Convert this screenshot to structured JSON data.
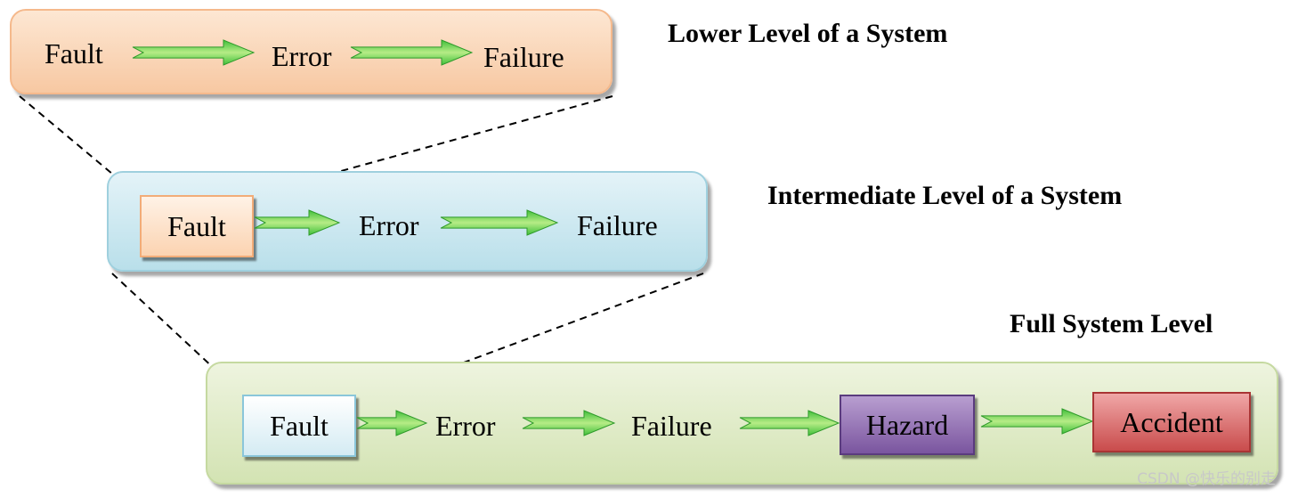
{
  "headings": {
    "lower": "Lower Level of a System",
    "intermediate": "Intermediate Level of a System",
    "full": "Full System Level"
  },
  "lower_level": {
    "fault": "Fault",
    "error": "Error",
    "failure": "Failure"
  },
  "intermediate_level": {
    "fault": "Fault",
    "error": "Error",
    "failure": "Failure"
  },
  "full_level": {
    "fault": "Fault",
    "error": "Error",
    "failure": "Failure",
    "hazard": "Hazard",
    "accident": "Accident"
  },
  "watermark": "CSDN @快乐的别走",
  "colors": {
    "arrow_green": "#3fbf3a",
    "arrow_light": "#b6ec86",
    "lower_panel": "#f7c8a2",
    "intermediate_panel": "#b9dfea",
    "full_panel": "#d3e3b3",
    "hazard": "#7a559f",
    "accident": "#c94c4c"
  }
}
